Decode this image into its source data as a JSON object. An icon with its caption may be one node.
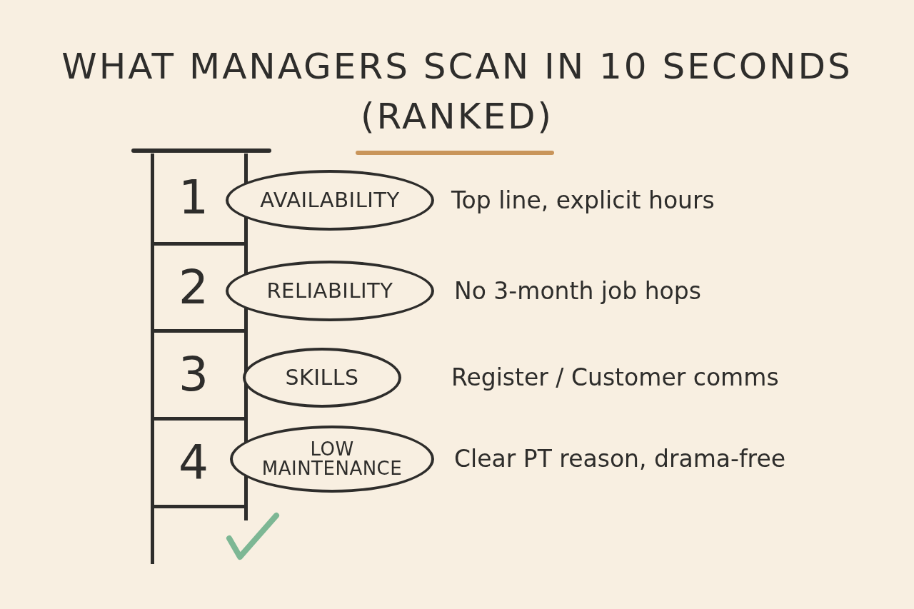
{
  "diagram": {
    "title": "WHAT MANAGERS SCAN IN 10 SECONDS (RANKED)",
    "nodes": [
      {
        "text": [
          "1"
        ]
      },
      {
        "text": [
          "AVAILABILITY"
        ],
        "beside": [
          "Top line, explicit hours"
        ]
      },
      {
        "text": [
          "2"
        ]
      },
      {
        "text": [
          "RELIABILITY"
        ],
        "beside": [
          "No 3-month job hops"
        ]
      },
      {
        "text": [
          "3"
        ]
      },
      {
        "text": [
          "SKILLS"
        ],
        "beside": [
          "Register / Customer comms"
        ]
      },
      {
        "text": [
          "4"
        ]
      },
      {
        "text": [
          "LOW MAINTENANCE"
        ],
        "beside": [
          "Clear PT reason, drama-free"
        ]
      }
    ]
  }
}
